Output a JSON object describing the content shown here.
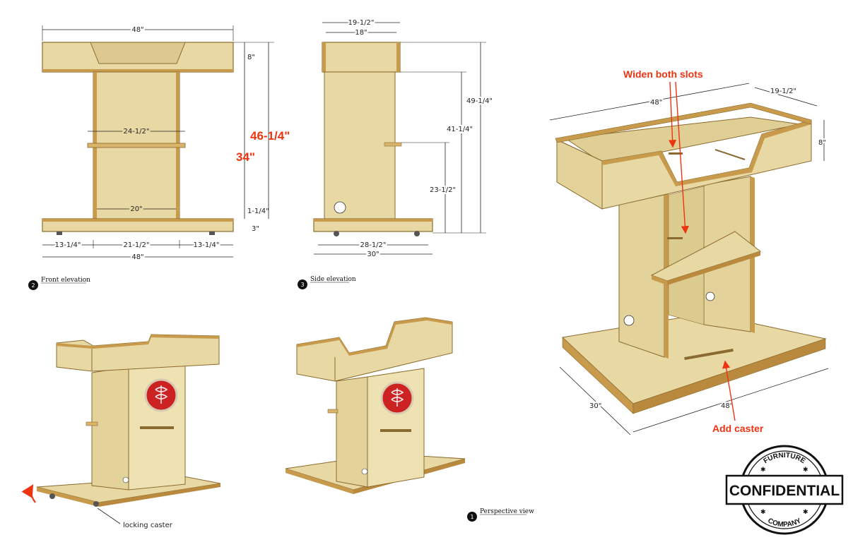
{
  "colors": {
    "wood": "#e8d9a4",
    "wood_dark": "#d2be86",
    "edge": "#b98a3e",
    "accent": "#ee3311",
    "emblem": "#cc2222",
    "line": "#222222"
  },
  "front_elevation": {
    "caption_number": "2",
    "caption": "Front elevation",
    "dims": {
      "top_width": "48\"",
      "top_height": "8\"",
      "shelf_width": "24-1/2\"",
      "inner_width": "20\"",
      "base_thickness": "1-1/4\"",
      "caster_height": "3\"",
      "left_offset": "13-1/4\"",
      "center_width": "21-1/2\"",
      "right_offset": "13-1/4\"",
      "base_width": "48\""
    },
    "callouts": {
      "overall": "46-1/4\"",
      "shelf": "34\""
    }
  },
  "side_elevation": {
    "caption_number": "3",
    "caption": "Side elevation",
    "dims": {
      "outer_depth": "19-1/2\"",
      "inner_depth": "18\"",
      "total_height": "49-1/4\"",
      "top_shelf_height": "41-1/4\"",
      "shelf_height": "23-1/2\"",
      "base_depth_inner": "28-1/2\"",
      "base_depth": "30\""
    }
  },
  "perspective_view": {
    "caption_number": "1",
    "caption": "Perspective view",
    "caster_label": "locking caster"
  },
  "iso_view": {
    "dims": {
      "top_width": "48\"",
      "top_depth": "19-1/2\"",
      "top_height": "8\"",
      "base_depth": "30\"",
      "base_width": "48\""
    },
    "callouts": {
      "slots": "Widen both slots",
      "caster": "Add caster"
    }
  },
  "stamp": {
    "top": "FURNITURE",
    "main": "CONFIDENTIAL",
    "bottom": "COMPANY"
  }
}
